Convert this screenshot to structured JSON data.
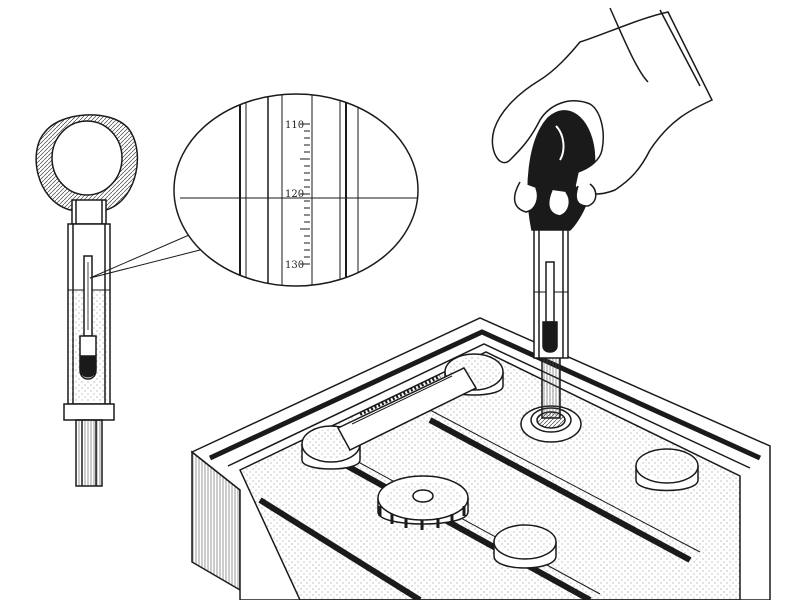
{
  "magnifier": {
    "scale_labels": [
      "110",
      "120",
      "130"
    ]
  },
  "colors": {
    "ink": "#1a1a1a",
    "paper": "#ffffff"
  }
}
